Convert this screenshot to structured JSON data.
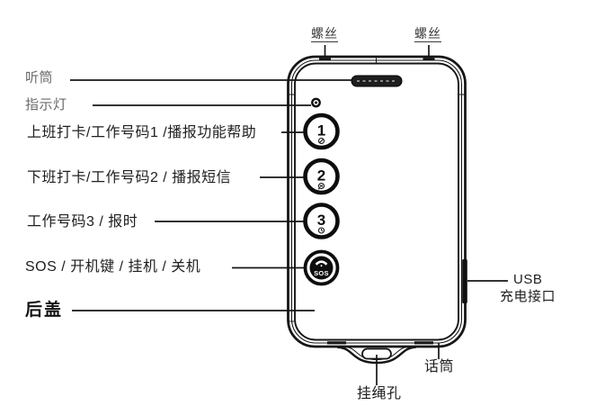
{
  "callouts": {
    "screw_left": "螺丝",
    "screw_right": "螺丝",
    "earpiece": "听筒",
    "indicator_light": "指示灯",
    "key1": "上班打卡/工作号码1 /播报功能帮助",
    "key2": "下班打卡/工作号码2 / 播报短信",
    "key3": "工作号码3 / 报时",
    "sos_key": "SOS / 开机键 / 挂机 / 关机",
    "back_cover": "后盖",
    "usb_line1": "USB",
    "usb_line2": "充电接口",
    "microphone": "话筒",
    "lanyard_hole": "挂绳孔"
  },
  "phone_keys": [
    {
      "label": "1"
    },
    {
      "label": "2"
    },
    {
      "label": "3"
    },
    {
      "label": "SOS"
    }
  ],
  "colors": {
    "line": "#161616",
    "label_dark": "#1f1f1f",
    "label_gray": "#6b6b6b",
    "background": "#ffffff"
  }
}
